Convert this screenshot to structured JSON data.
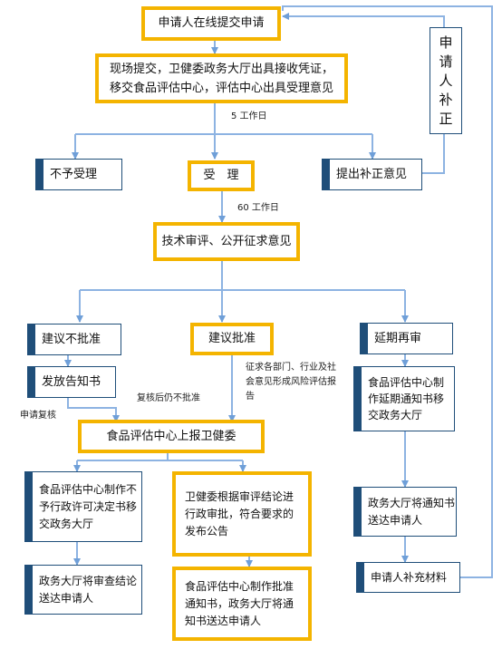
{
  "nodes": {
    "apply_online": "申请人在线提交申请",
    "submit_onsite": "现场提交，卫健委政务大厅出具接收凭证，移交食品评估中心，评估中心出具受理意见",
    "applicant_supplement_vertical": [
      "申",
      "请",
      "人",
      "补",
      "正"
    ],
    "not_accepted": "不予受理",
    "accepted": "受　理",
    "correction_opinion": "提出补正意见",
    "tech_review": "技术审评、公开征求意见",
    "recommend_reject": "建议不批准",
    "recommend_approve": "建议批准",
    "extend_review": "延期再审",
    "issue_notice": "发放告知书",
    "report_to_commission": "食品评估中心上报卫健委",
    "extension_notice": "食品评估中心制作延期通知书移交政务大厅",
    "reject_decision": "食品评估中心制作不予行政许可决定书移交政务大厅",
    "commission_approval": "卫健委根据审评结论进行政审批，符合要求的发布公告",
    "hall_deliver_notice": "政务大厅将通知书送达申请人",
    "hall_deliver_review": "政务大厅将审查结论送达申请人",
    "approval_notice": "食品评估中心制作批准通知书，政务大厅将通知书送达申请人",
    "applicant_supplement_material": "申请人补充材料"
  },
  "labels": {
    "five_days": "5 工作日",
    "sixty_days": "60 工作日",
    "solicit_opinions": "征求各部门、行业及社会意见形成风险评估报告",
    "review_still_rejected": "复核后仍不批准",
    "apply_review": "申请复核"
  },
  "colors": {
    "line": "#8db3e2",
    "yellow": "#f4b400",
    "navy": "#1f4e79"
  }
}
